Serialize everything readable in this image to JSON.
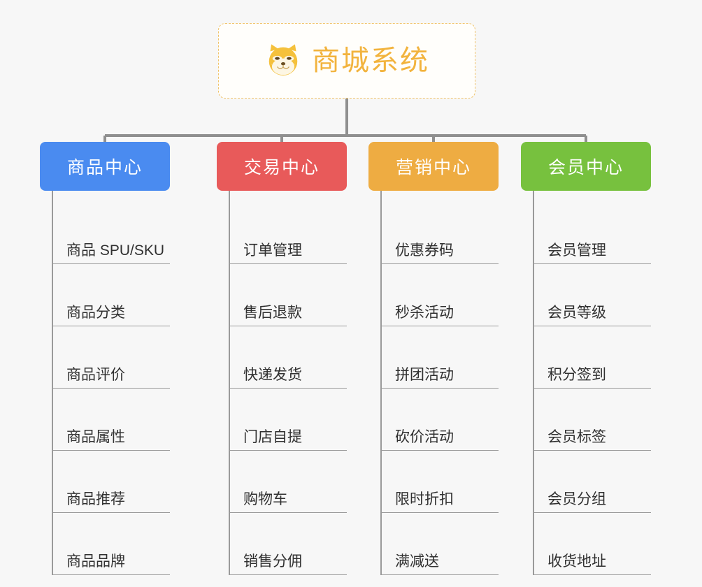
{
  "diagram": {
    "type": "org-chart",
    "background": "#f7f7f7",
    "root": {
      "title": "商城系统",
      "icon": "shiba-dog-face-icon",
      "border_color": "#f0c36a",
      "text_color": "#f2b33d"
    },
    "connector_color": "#8f8f8f",
    "branches": [
      {
        "label": "商品中心",
        "color": "#4a8bf0",
        "items": [
          "商品 SPU/SKU",
          "商品分类",
          "商品评价",
          "商品属性",
          "商品推荐",
          "商品品牌"
        ]
      },
      {
        "label": "交易中心",
        "color": "#e85a5a",
        "items": [
          "订单管理",
          "售后退款",
          "快递发货",
          "门店自提",
          "购物车",
          "销售分佣"
        ]
      },
      {
        "label": "营销中心",
        "color": "#eeac42",
        "items": [
          "优惠券码",
          "秒杀活动",
          "拼团活动",
          "砍价活动",
          "限时折扣",
          "满减送"
        ]
      },
      {
        "label": "会员中心",
        "color": "#77c13e",
        "items": [
          "会员管理",
          "会员等级",
          "积分签到",
          "会员标签",
          "会员分组",
          "收货地址"
        ]
      }
    ]
  }
}
